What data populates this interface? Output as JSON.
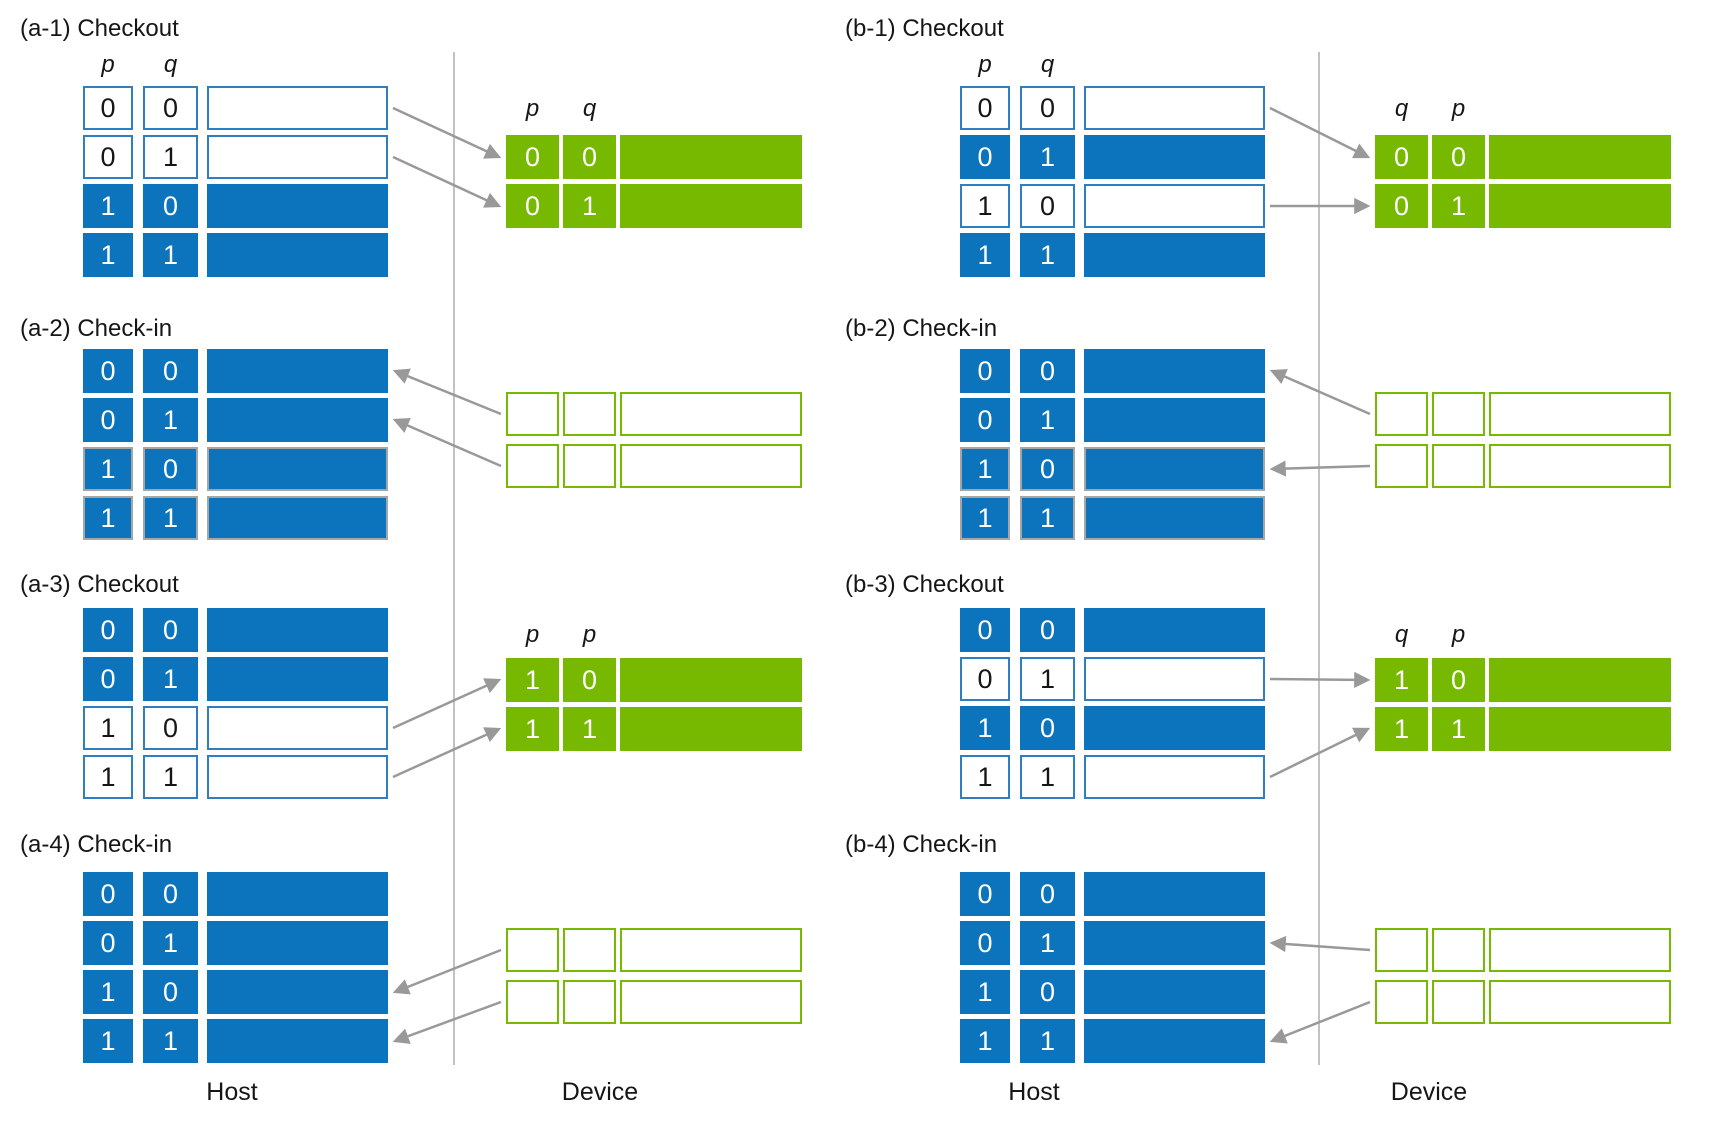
{
  "labels": {
    "host_left": "Host",
    "device_left": "Device",
    "host_right": "Host",
    "device_right": "Device"
  },
  "colors": {
    "host_filled": "#0b74bc",
    "host_checked_out_border": "#2f7ec2",
    "device_filled": "#76b900",
    "device_empty_border": "#76b900",
    "stale_border": "#a6a6a6",
    "arrow": "#999999",
    "separator": "#a8a8a8"
  },
  "panels": [
    {
      "id": "a-1",
      "title": "(a-1) Checkout",
      "column": "left",
      "section": 0,
      "host_headers": [
        "p",
        "q"
      ],
      "host_rows": [
        {
          "cells": [
            "0",
            "0"
          ],
          "state": "checked-out"
        },
        {
          "cells": [
            "0",
            "1"
          ],
          "state": "checked-out"
        },
        {
          "cells": [
            "1",
            "0"
          ],
          "state": "valid"
        },
        {
          "cells": [
            "1",
            "1"
          ],
          "state": "valid"
        }
      ],
      "device_headers": [
        "p",
        "q"
      ],
      "device_rows": [
        {
          "cells": [
            "0",
            "0"
          ],
          "style": "filled"
        },
        {
          "cells": [
            "0",
            "1"
          ],
          "style": "filled"
        }
      ],
      "arrows": [
        {
          "from": "host:0",
          "to": "device:0"
        },
        {
          "from": "host:1",
          "to": "device:1"
        }
      ]
    },
    {
      "id": "a-2",
      "title": "(a-2) Check-in",
      "column": "left",
      "section": 1,
      "host_headers": [],
      "host_rows": [
        {
          "cells": [
            "0",
            "0"
          ],
          "state": "valid"
        },
        {
          "cells": [
            "0",
            "1"
          ],
          "state": "valid"
        },
        {
          "cells": [
            "1",
            "0"
          ],
          "state": "valid-stale"
        },
        {
          "cells": [
            "1",
            "1"
          ],
          "state": "valid-stale"
        }
      ],
      "device_headers": [],
      "device_rows": [
        {
          "cells": [
            "",
            ""
          ],
          "style": "empty"
        },
        {
          "cells": [
            "",
            ""
          ],
          "style": "empty"
        }
      ],
      "arrows": [
        {
          "from": "device:0",
          "to": "host:0"
        },
        {
          "from": "device:1",
          "to": "host:1"
        }
      ]
    },
    {
      "id": "a-3",
      "title": "(a-3) Checkout",
      "column": "left",
      "section": 2,
      "host_headers": [],
      "host_rows": [
        {
          "cells": [
            "0",
            "0"
          ],
          "state": "valid"
        },
        {
          "cells": [
            "0",
            "1"
          ],
          "state": "valid"
        },
        {
          "cells": [
            "1",
            "0"
          ],
          "state": "checked-out"
        },
        {
          "cells": [
            "1",
            "1"
          ],
          "state": "checked-out"
        }
      ],
      "device_headers": [
        "p",
        "p"
      ],
      "device_rows": [
        {
          "cells": [
            "1",
            "0"
          ],
          "style": "filled"
        },
        {
          "cells": [
            "1",
            "1"
          ],
          "style": "filled"
        }
      ],
      "arrows": [
        {
          "from": "host:2",
          "to": "device:0"
        },
        {
          "from": "host:3",
          "to": "device:1"
        }
      ]
    },
    {
      "id": "a-4",
      "title": "(a-4) Check-in",
      "column": "left",
      "section": 3,
      "host_headers": [],
      "host_rows": [
        {
          "cells": [
            "0",
            "0"
          ],
          "state": "valid"
        },
        {
          "cells": [
            "0",
            "1"
          ],
          "state": "valid"
        },
        {
          "cells": [
            "1",
            "0"
          ],
          "state": "valid"
        },
        {
          "cells": [
            "1",
            "1"
          ],
          "state": "valid"
        }
      ],
      "device_headers": [],
      "device_rows": [
        {
          "cells": [
            "",
            ""
          ],
          "style": "empty"
        },
        {
          "cells": [
            "",
            ""
          ],
          "style": "empty"
        }
      ],
      "arrows": [
        {
          "from": "device:0",
          "to": "host:2"
        },
        {
          "from": "device:1",
          "to": "host:3"
        }
      ]
    },
    {
      "id": "b-1",
      "title": "(b-1) Checkout",
      "column": "right",
      "section": 0,
      "host_headers": [
        "p",
        "q"
      ],
      "host_rows": [
        {
          "cells": [
            "0",
            "0"
          ],
          "state": "checked-out"
        },
        {
          "cells": [
            "0",
            "1"
          ],
          "state": "valid"
        },
        {
          "cells": [
            "1",
            "0"
          ],
          "state": "checked-out"
        },
        {
          "cells": [
            "1",
            "1"
          ],
          "state": "valid"
        }
      ],
      "device_headers": [
        "q",
        "p"
      ],
      "device_rows": [
        {
          "cells": [
            "0",
            "0"
          ],
          "style": "filled"
        },
        {
          "cells": [
            "0",
            "1"
          ],
          "style": "filled"
        }
      ],
      "arrows": [
        {
          "from": "host:0",
          "to": "device:0"
        },
        {
          "from": "host:2",
          "to": "device:1"
        }
      ]
    },
    {
      "id": "b-2",
      "title": "(b-2) Check-in",
      "column": "right",
      "section": 1,
      "host_headers": [],
      "host_rows": [
        {
          "cells": [
            "0",
            "0"
          ],
          "state": "valid"
        },
        {
          "cells": [
            "0",
            "1"
          ],
          "state": "valid"
        },
        {
          "cells": [
            "1",
            "0"
          ],
          "state": "valid-stale"
        },
        {
          "cells": [
            "1",
            "1"
          ],
          "state": "valid-stale"
        }
      ],
      "device_headers": [],
      "device_rows": [
        {
          "cells": [
            "",
            ""
          ],
          "style": "empty"
        },
        {
          "cells": [
            "",
            ""
          ],
          "style": "empty"
        }
      ],
      "arrows": [
        {
          "from": "device:0",
          "to": "host:0"
        },
        {
          "from": "device:1",
          "to": "host:2"
        }
      ]
    },
    {
      "id": "b-3",
      "title": "(b-3) Checkout",
      "column": "right",
      "section": 2,
      "host_headers": [],
      "host_rows": [
        {
          "cells": [
            "0",
            "0"
          ],
          "state": "valid"
        },
        {
          "cells": [
            "0",
            "1"
          ],
          "state": "checked-out"
        },
        {
          "cells": [
            "1",
            "0"
          ],
          "state": "valid"
        },
        {
          "cells": [
            "1",
            "1"
          ],
          "state": "checked-out"
        }
      ],
      "device_headers": [
        "q",
        "p"
      ],
      "device_rows": [
        {
          "cells": [
            "1",
            "0"
          ],
          "style": "filled"
        },
        {
          "cells": [
            "1",
            "1"
          ],
          "style": "filled"
        }
      ],
      "arrows": [
        {
          "from": "host:1",
          "to": "device:0"
        },
        {
          "from": "host:3",
          "to": "device:1"
        }
      ]
    },
    {
      "id": "b-4",
      "title": "(b-4) Check-in",
      "column": "right",
      "section": 3,
      "host_headers": [],
      "host_rows": [
        {
          "cells": [
            "0",
            "0"
          ],
          "state": "valid"
        },
        {
          "cells": [
            "0",
            "1"
          ],
          "state": "valid"
        },
        {
          "cells": [
            "1",
            "0"
          ],
          "state": "valid"
        },
        {
          "cells": [
            "1",
            "1"
          ],
          "state": "valid"
        }
      ],
      "device_headers": [],
      "device_rows": [
        {
          "cells": [
            "",
            ""
          ],
          "style": "empty"
        },
        {
          "cells": [
            "",
            ""
          ],
          "style": "empty"
        }
      ],
      "arrows": [
        {
          "from": "device:0",
          "to": "host:1"
        },
        {
          "from": "device:1",
          "to": "host:3"
        }
      ]
    }
  ]
}
